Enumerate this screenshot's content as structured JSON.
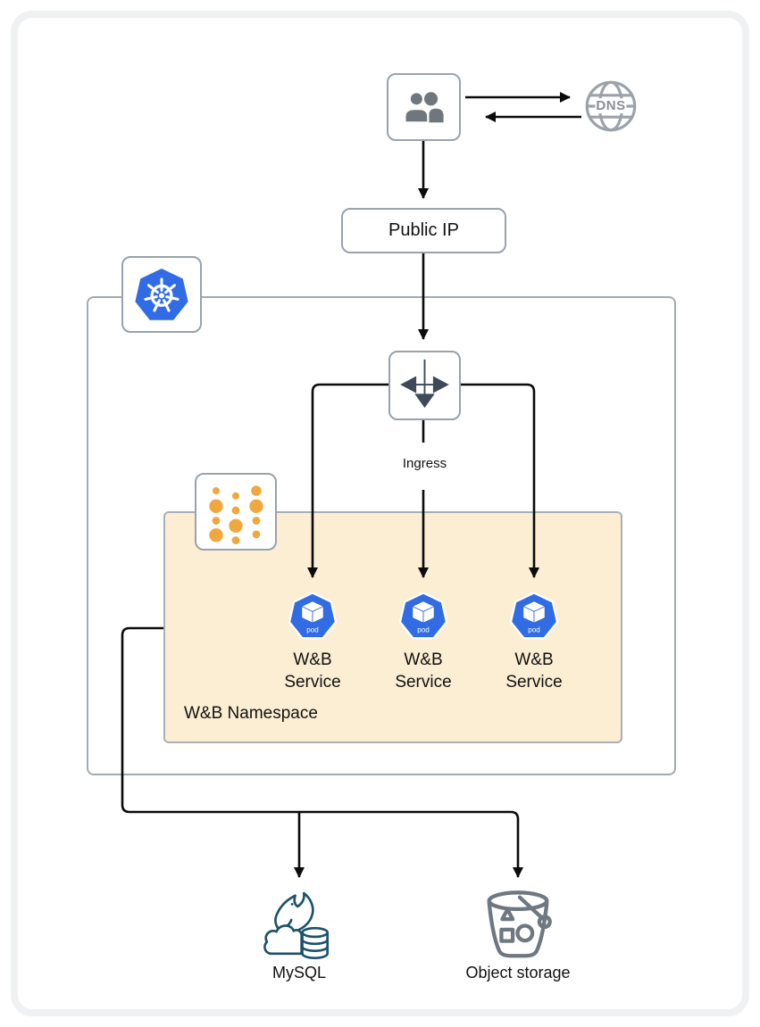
{
  "diagram": {
    "nodes": {
      "dns": {
        "label": "DNS"
      },
      "public_ip": {
        "label": "Public IP"
      },
      "ingress": {
        "label": "Ingress"
      },
      "namespace": {
        "label": "W&B Namespace"
      },
      "pods": [
        {
          "label": "W&B Service",
          "badge": "pod"
        },
        {
          "label": "W&B Service",
          "badge": "pod"
        },
        {
          "label": "W&B Service",
          "badge": "pod"
        }
      ],
      "mysql": {
        "label": "MySQL"
      },
      "object_storage": {
        "label": "Object storage"
      }
    },
    "icons": [
      "users-icon",
      "dns-globe-icon",
      "kubernetes-icon",
      "ingress-icon",
      "namespace-dots-icon",
      "pod-icon",
      "mysql-dolphin-icon",
      "storage-bucket-icon"
    ],
    "colors": {
      "kubernetes_blue": "#326CE5",
      "pod_blue": "#326CE5",
      "namespace_fill": "#FCEED3",
      "namespace_dots_orange": "#F0A73E",
      "box_border_gray": "#9AA2AB",
      "line_black": "#0B0B0B",
      "ingress_arrow_slate": "#3E4A59",
      "users_gray": "#6F767E",
      "dns_gray": "#9BA2A9",
      "mysql_teal": "#1B5268",
      "storage_gray": "#6F7881"
    }
  }
}
